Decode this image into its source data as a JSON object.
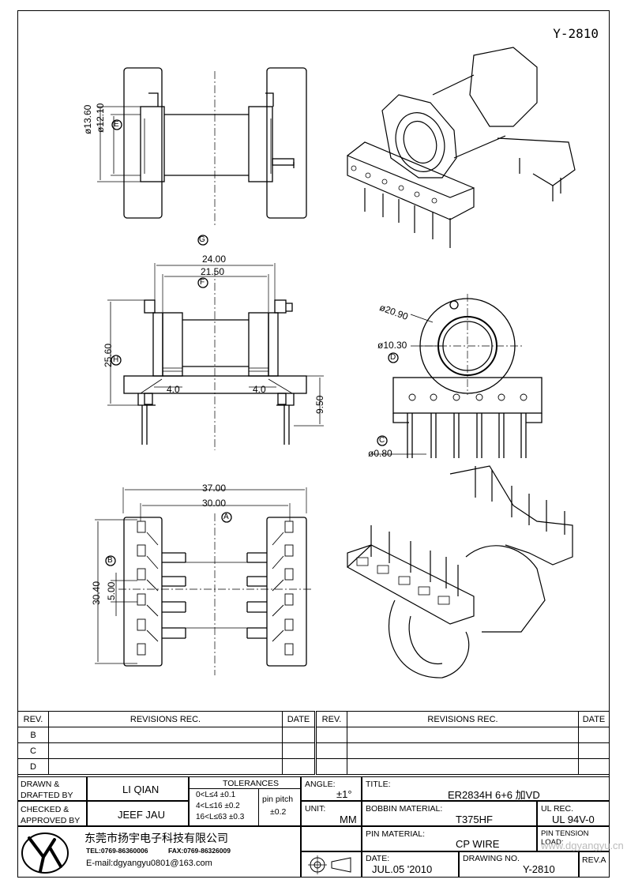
{
  "drawing_number": "Y-2810",
  "dims": {
    "side_outer": "ø13.60",
    "side_inner": "ø12.10",
    "label_e": "E",
    "width_outer": "24.00",
    "width_inner": "21.50",
    "label_g": "G",
    "label_f": "F",
    "height": "25.60",
    "label_h": "H",
    "pin_len_left": "4.0",
    "pin_len_right": "4.0",
    "base_height": "9.50",
    "flange_dia": "ø20.90",
    "core_dia": "ø10.30",
    "label_d": "D",
    "pin_dia": "ø0.80",
    "label_c": "C",
    "length_outer": "37.00",
    "length_pitch": "30.00",
    "label_a": "A",
    "depth": "30.40",
    "pitch": "5.00",
    "label_b": "B"
  },
  "revisions": {
    "rev_header": "REV.",
    "revisions_header": "REVISIONS   REC.",
    "date_header": "DATE",
    "rows": [
      "B",
      "C",
      "D"
    ]
  },
  "title_block": {
    "drawn_label": "DRAWN &\nDRAFTED BY",
    "drawn_by": "LI QIAN",
    "checked_label": "CHECKED &\nAPPROVED BY",
    "checked_by": "JEEF JAU",
    "tolerances_label": "TOLERANCES",
    "tol_1": "0<L≤4    ±0.1",
    "tol_2": "4<L≤16  ±0.2",
    "tol_3": "16<L≤63 ±0.3",
    "pin_pitch_label": "pin pitch",
    "pin_pitch_value": "±0.2",
    "angle_label": "ANGLE:",
    "angle_value": "±1°",
    "unit_label": "UNIT:",
    "unit_value": "MM",
    "title_label": "TITLE:",
    "title_value": "ER2834H 6+6 加VD",
    "bobbin_label": "BOBBIN MATERIAL:",
    "bobbin_value": "T375HF",
    "ul_label": "UL REC.",
    "ul_value": "UL 94V-0",
    "pin_material_label": "PIN MATERIAL:",
    "pin_material_value": "CP WIRE",
    "pin_tension_label": "PIN TENSION LOAD:",
    "date_label": "DATE:",
    "date_value": "JUL.05 '2010",
    "drawing_no_label": "DRAWING NO.",
    "drawing_no_value": "Y-2810",
    "reva_label": "REV.A",
    "company_name": "东莞市扬宇电子科技有限公司",
    "tel": "TEL:0769-86360006",
    "fax": "FAX:0769-86326009",
    "email": "E-mail:dgyangyu0801@163.com",
    "watermark": "www.dgyangyu.cn"
  }
}
